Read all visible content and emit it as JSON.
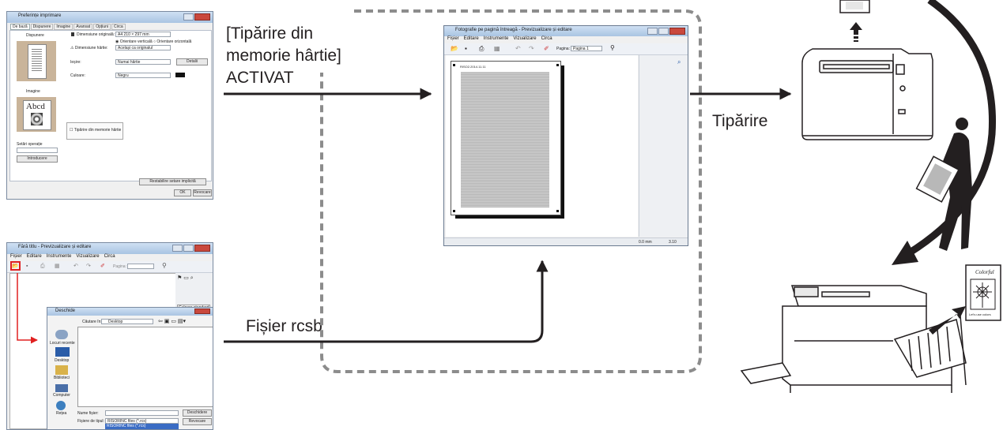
{
  "labels": {
    "text1_line1": "[Tipărire din",
    "text1_line2": "memorie hârtie]",
    "text1_line3": "ACTIVAT",
    "print": "Tipărire",
    "file": "Fișier rcsb"
  },
  "driver_window": {
    "title": "Preferințe imprimare",
    "tabs": [
      "De bază",
      "Dispunere",
      "Imagine",
      "Avansat",
      "Opțiuni",
      "Circa"
    ],
    "section_layout": "Dispunere",
    "original_size_label": "Dimensiune originală:",
    "original_size_value": "A4 210 × 297 mm",
    "orient_vertical": "Orientare verticală",
    "orient_horizontal": "Orientare orizontală",
    "paper_size_label": "Dimensiune hârtie:",
    "paper_size_value": "Același ca originalul",
    "input_label": "Ieșire:",
    "input_value": "Numai hârtie",
    "detail_button": "Detalii",
    "color_label": "Culoare:",
    "color_value": "Negru",
    "image_label": "Imagine",
    "image_text": "Abcd",
    "memory_checkbox": "Tipărire din memorie hârtie",
    "job_label": "Setări operație",
    "input_button": "Introducere",
    "restore_button": "Restabilire setare implicită",
    "ok": "OK",
    "cancel": "Revocare"
  },
  "preview_window": {
    "title": "Fotografie pe pagină întreagă - Previzualizare și editare",
    "menu": [
      "Fișier",
      "Editare",
      "Instrumente",
      "Vizualizare",
      "Circa"
    ],
    "page_label": "Pagina:",
    "page_value": "Pagina 1",
    "status_mm": "0.0 mm",
    "status_val": "3.10",
    "page_header": "RISO2.2014.11.11"
  },
  "file_window": {
    "title": "Fără titlu - Previzualizare și editare",
    "menu": [
      "Fișier",
      "Editare",
      "Instrumente",
      "Vizualizare",
      "Circa"
    ],
    "page_label": "Pagina:",
    "standard_colors": "Culoare standard"
  },
  "open_dialog": {
    "title": "Deschide",
    "look_in_label": "Căutare în:",
    "look_in_value": "Desktop",
    "places": [
      "Locuri recente",
      "Desktop",
      "Biblioteci",
      "Computer",
      "Rețea"
    ],
    "filename_label": "Nume fișier:",
    "filetype_label": "Fișiere de tipul:",
    "filetype_value": "RISORINC files (*.rcs)",
    "filetype_option": "RISORINC files (*.rcs)",
    "open_button": "Deschidere",
    "cancel_button": "Revocare"
  },
  "poster": {
    "title": "Colorful",
    "caption": "Let's use colors"
  },
  "colors": {
    "ink": "#231f20",
    "dashed_border": "#8c8c8c",
    "highlight": "#e02020"
  }
}
